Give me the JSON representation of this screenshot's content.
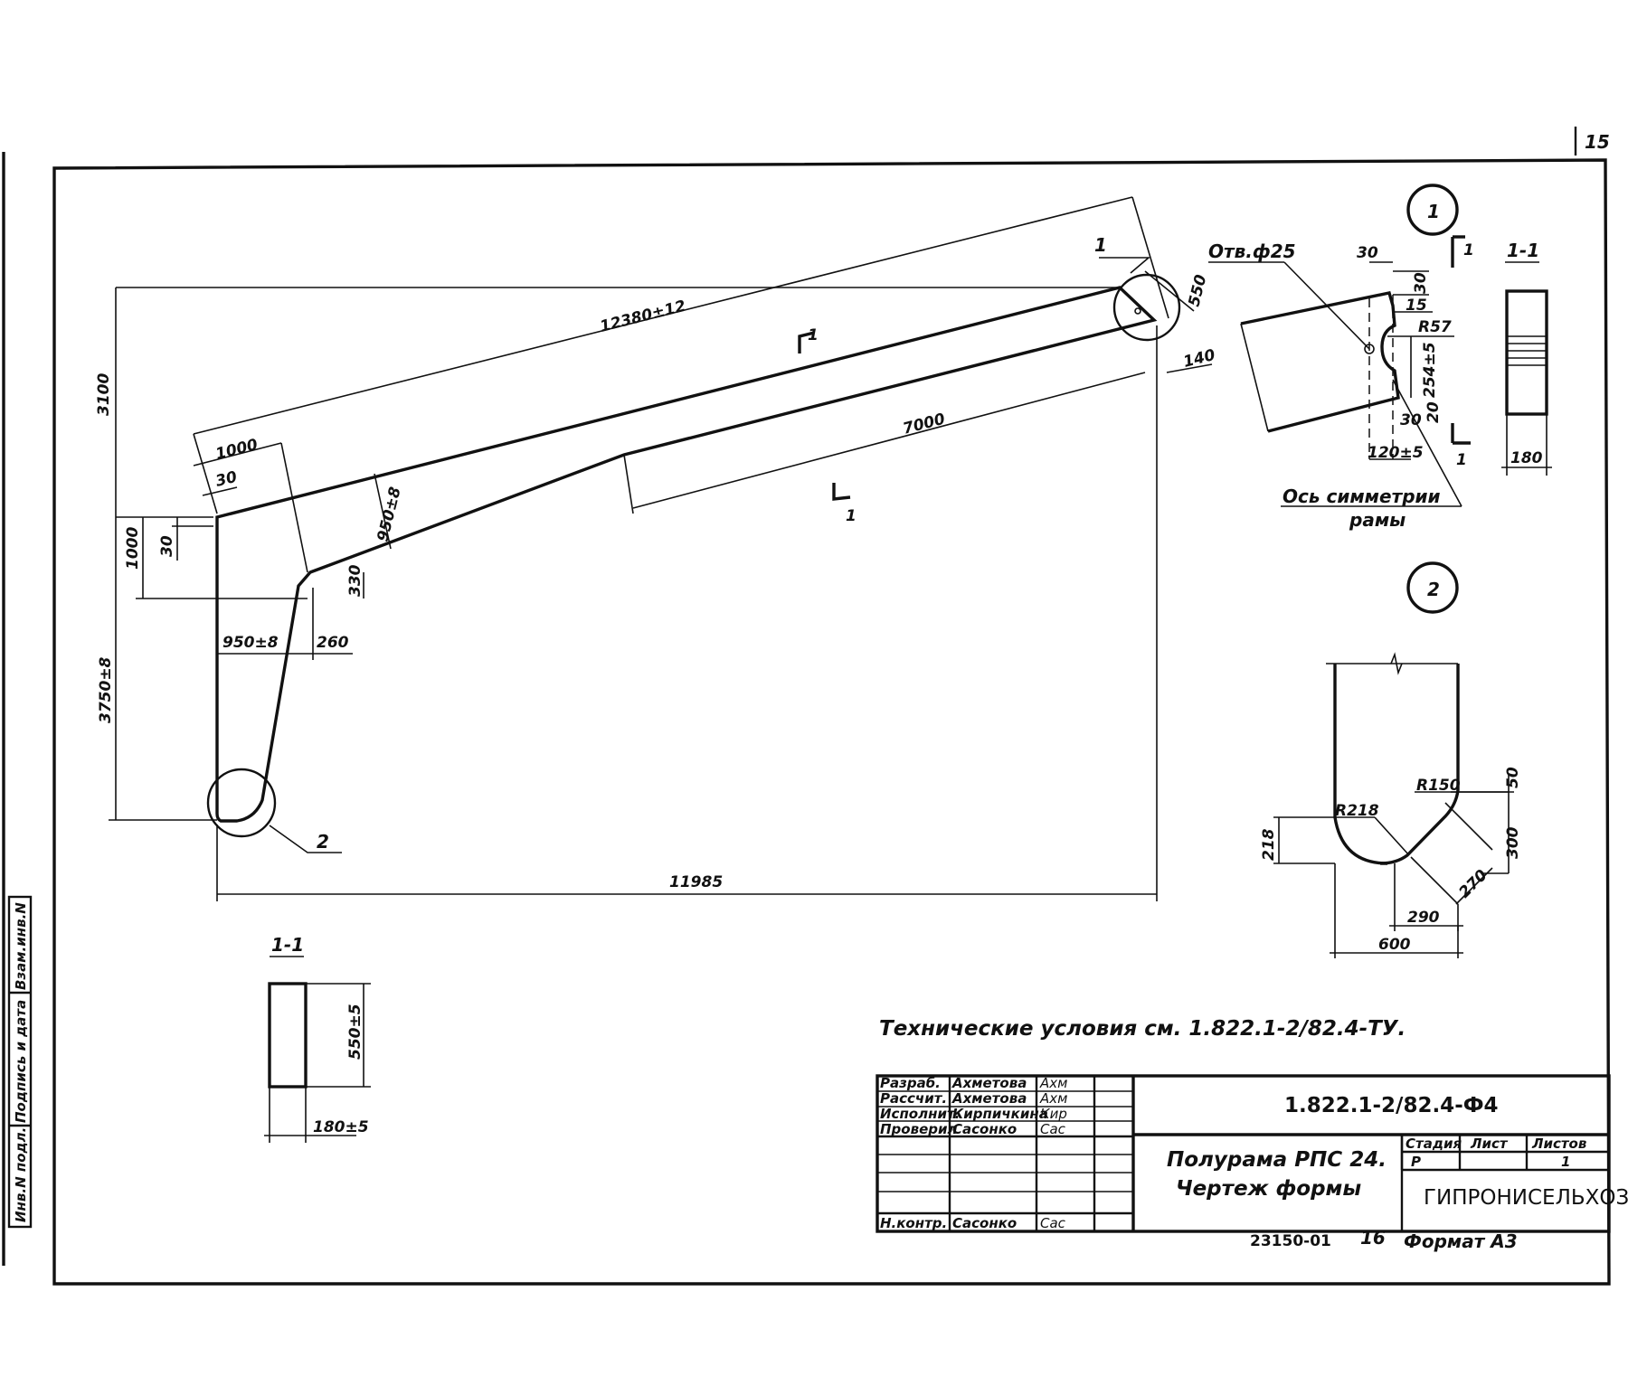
{
  "page_number": "15",
  "sheet_number_bottom": "16",
  "archive_number": "23150-01",
  "format": "Формат А3",
  "tech_conditions": "Технические условия см. 1.822.1-2/82.4-ТУ.",
  "main_view": {
    "dims": {
      "length_top": "12380±12",
      "height_total": "3100",
      "width_bottom": "11985",
      "seg_7000": "7000",
      "seg_1000": "1000",
      "top_30": "30",
      "side_30": "30",
      "side_1000": "1000",
      "leg_3750": "3750±8",
      "haunch_950_a": "950±8",
      "haunch_950_b": "950±8",
      "dim_330": "330",
      "dim_260": "260",
      "end_550": "550",
      "end_140": "140"
    },
    "callout_1": "1",
    "callout_2": "2",
    "section_mark": "1"
  },
  "detail_1": {
    "circle_label": "1",
    "hole": "Отв.ф25",
    "dims": {
      "d30_top": "30",
      "d30_right": "30",
      "d15": "15",
      "r57": "R57",
      "d254": "254±5",
      "d30_mid": "30",
      "d20": "20",
      "d120": "120±5"
    },
    "axis_line1": "Ось симметрии",
    "axis_line2": "рамы",
    "section_mark": "1"
  },
  "section_right": {
    "title": "1-1",
    "width": "180"
  },
  "section_left": {
    "title": "1-1",
    "height": "550±5",
    "width": "180±5"
  },
  "detail_2": {
    "circle_label": "2",
    "dims": {
      "r150": "R150",
      "d50": "50",
      "r218": "R218",
      "d218": "218",
      "d300": "300",
      "d270": "270",
      "d290": "290",
      "d600": "600"
    }
  },
  "left_strip": {
    "inv_podl": "Инв.N подл.",
    "podpis": "Подпись и дата",
    "vzam": "Взам.инв.N"
  },
  "title_block": {
    "rows": [
      {
        "role": "Разраб.",
        "name": "Ахметова",
        "sign": "Ахм"
      },
      {
        "role": "Рассчит.",
        "name": "Ахметова",
        "sign": "Ахм"
      },
      {
        "role": "Исполнит.",
        "name": "Кирпичкина",
        "sign": "Кир"
      },
      {
        "role": "Проверил",
        "name": "Сасонко",
        "sign": "Сас"
      },
      {
        "role": "Н.контр.",
        "name": "Сасонко",
        "sign": "Сас"
      }
    ],
    "designation": "1.822.1-2/82.4-Ф4",
    "title_line1": "Полурама РПС 24.",
    "title_line2": "Чертеж формы",
    "stage_head": "Стадия",
    "sheet_head": "Лист",
    "sheets_head": "Листов",
    "stage_val": "Р",
    "sheets_val": "1",
    "org": "ГИПРОНИСЕЛЬХОЗ"
  }
}
